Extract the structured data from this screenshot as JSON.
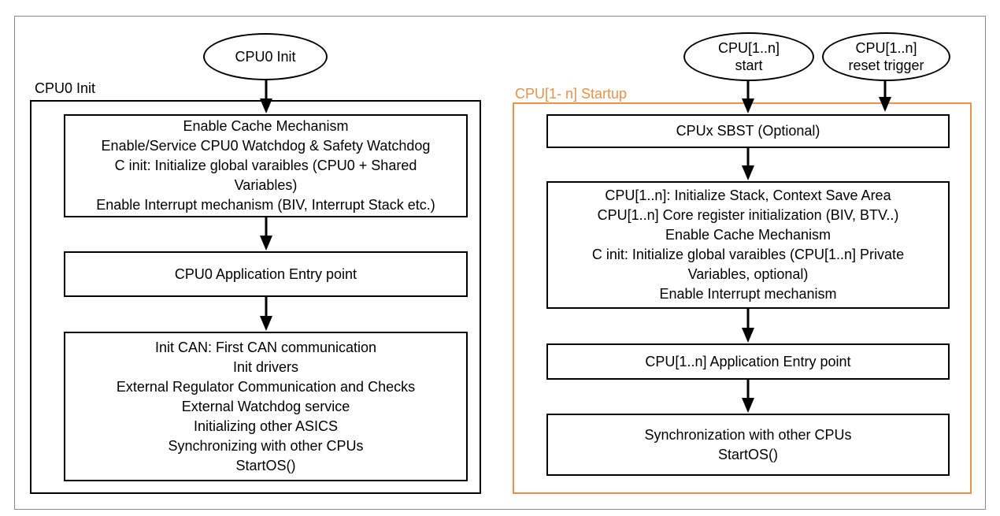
{
  "colors": {
    "orange": "#e8924a",
    "black": "#000000",
    "frame": "#8a8a8a"
  },
  "left": {
    "group_label": "CPU0 Init",
    "start_ellipse": [
      "CPU0 Init"
    ],
    "box1": [
      "Enable Cache Mechanism",
      "Enable/Service CPU0 Watchdog & Safety Watchdog",
      "C init: Initialize global varaibles (CPU0 + Shared",
      "Variables)",
      "Enable Interrupt mechanism (BIV, Interrupt Stack etc.)"
    ],
    "box2": [
      "CPU0 Application Entry point"
    ],
    "box3": [
      "Init CAN: First CAN communication",
      "Init drivers",
      "External Regulator Communication and Checks",
      "External Watchdog service",
      "Initializing other ASICS",
      "Synchronizing with other CPUs",
      "StartOS()"
    ]
  },
  "right": {
    "group_label": "CPU[1- n] Startup",
    "start_ellipse": [
      "CPU[1..n]",
      "start"
    ],
    "reset_ellipse": [
      "CPU[1..n]",
      "reset trigger"
    ],
    "box1": [
      "CPUx SBST (Optional)"
    ],
    "box2": [
      "CPU[1..n]: Initialize Stack, Context Save Area",
      "CPU[1..n] Core register initialization (BIV, BTV..)",
      "Enable Cache Mechanism",
      "C init: Initialize global varaibles (CPU[1..n]  Private",
      "Variables, optional)",
      "Enable Interrupt mechanism"
    ],
    "box3": [
      "CPU[1..n] Application Entry point"
    ],
    "box4": [
      "Synchronization with other CPUs",
      "StartOS()"
    ]
  }
}
